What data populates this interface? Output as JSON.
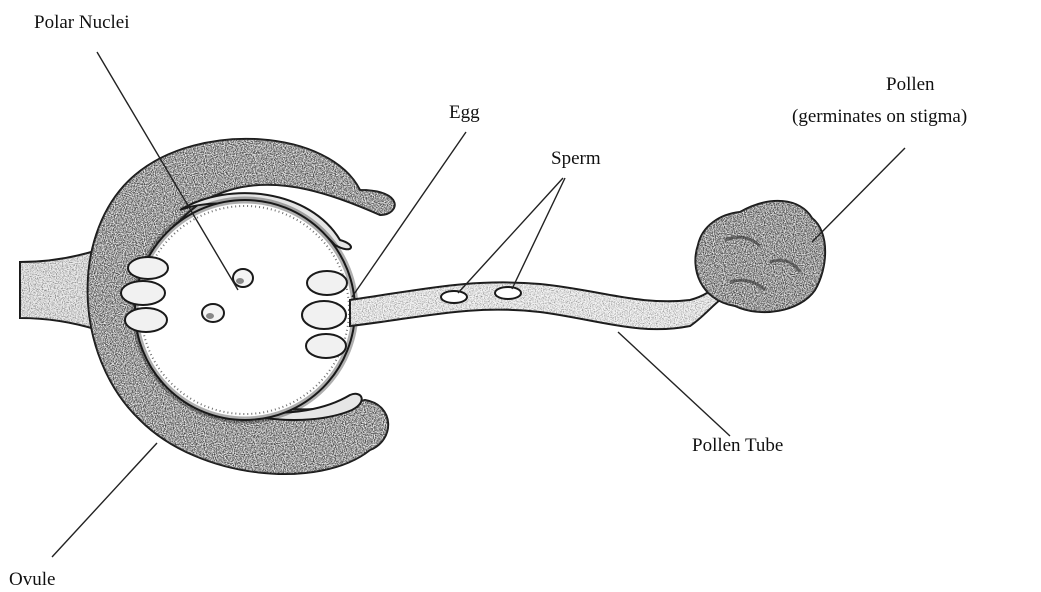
{
  "labels": {
    "polar_nuclei": "Polar Nuclei",
    "egg": "Egg",
    "sperm": "Sperm",
    "pollen_line1": "Pollen",
    "pollen_line2": "(germinates on stigma)",
    "pollen_tube": "Pollen Tube",
    "ovule": "Ovule"
  },
  "colors": {
    "ink": "#1a1a1a",
    "tissue": "#ededed",
    "background": "#ffffff"
  }
}
